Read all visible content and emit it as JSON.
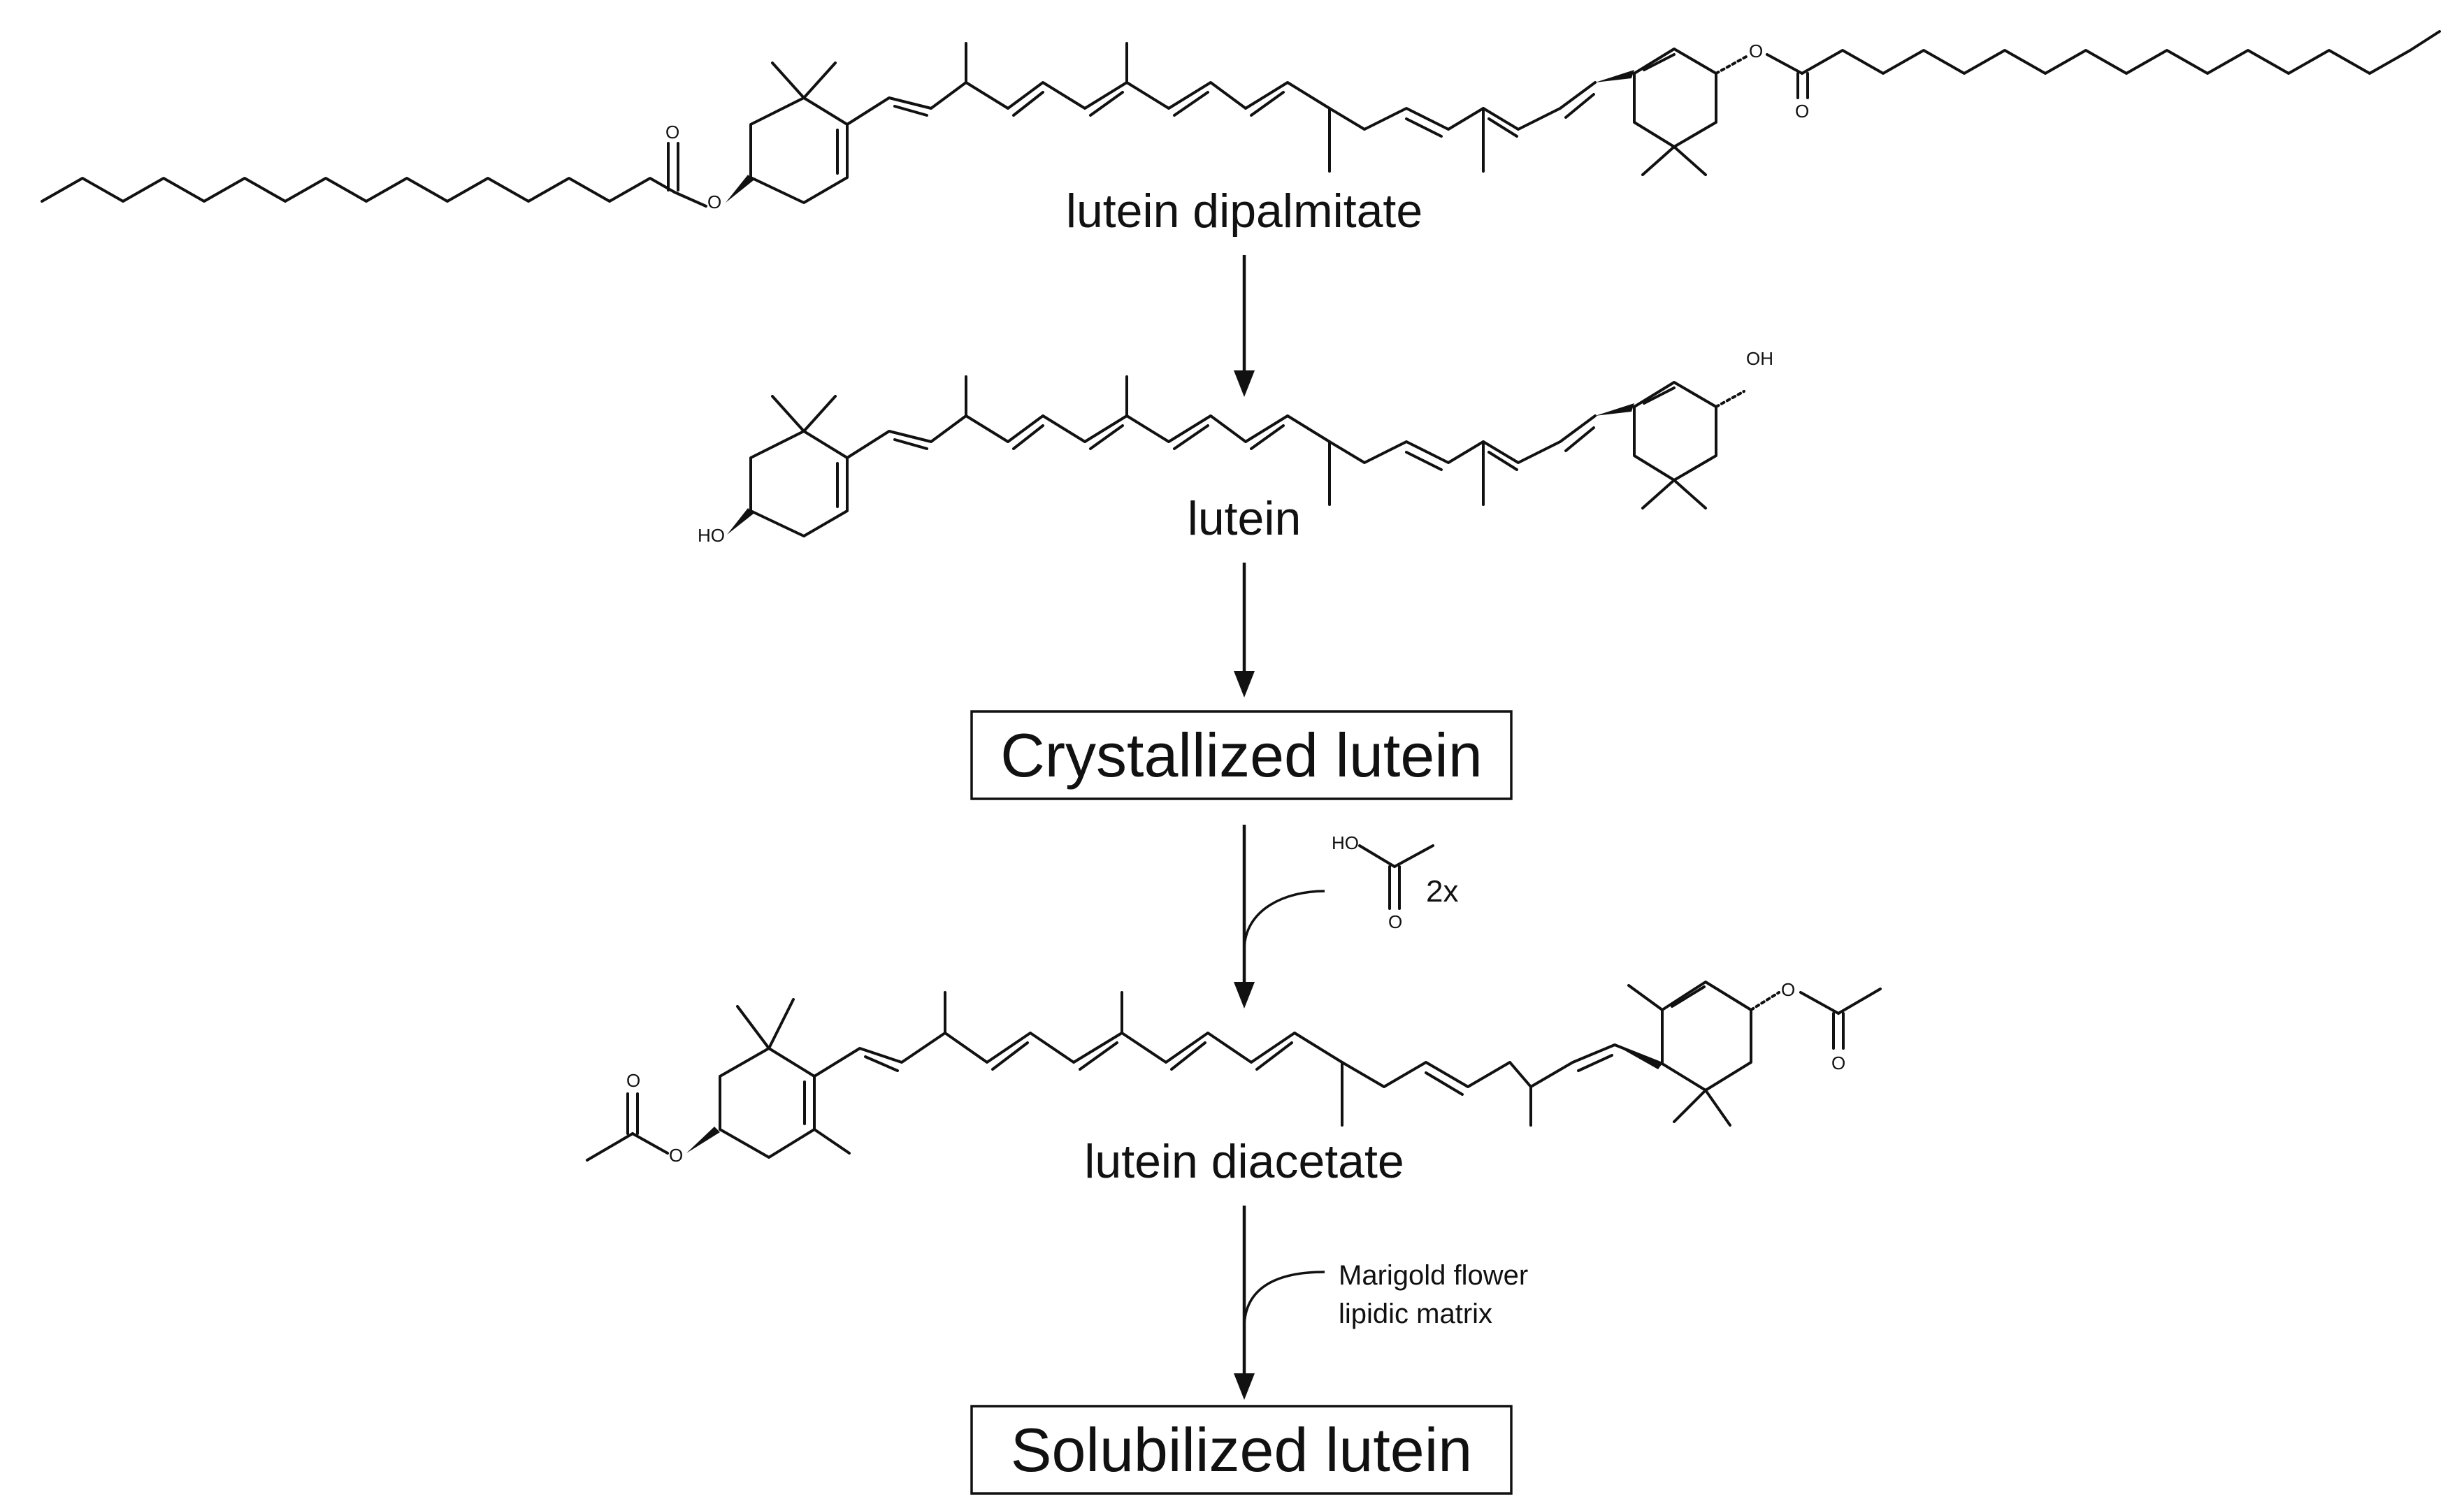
{
  "compounds": {
    "dipalmitate": {
      "label": "lutein dipalmitate",
      "atoms": {
        "o_ester": "O",
        "o_carbonyl": "O",
        "o_right_ester": "O",
        "o_right_carbonyl": "O"
      }
    },
    "lutein": {
      "label": "lutein",
      "atoms": {
        "oh_left": "HO",
        "oh_right": "OH"
      }
    },
    "diacetate": {
      "label": "lutein diacetate",
      "atoms": {
        "o_ester": "O",
        "o_carbonyl": "O",
        "o_right_ester": "O",
        "o_right_carbonyl": "O"
      }
    }
  },
  "boxes": {
    "crystallized": "Crystallized lutein",
    "solubilized": "Solubilized lutein"
  },
  "reagents": {
    "acetic_acid": {
      "ho": "HO",
      "o": "O",
      "multiplier": "2x"
    },
    "matrix": {
      "line1": "Marigold flower",
      "line2": "lipidic matrix"
    }
  }
}
